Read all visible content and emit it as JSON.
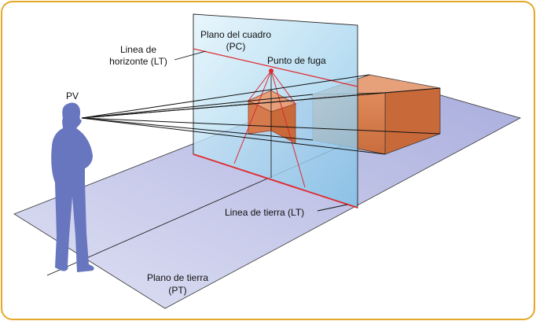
{
  "labels": {
    "picture_plane_line1": "Plano del cuadro",
    "picture_plane_line2": "(PC)",
    "horizon_line1": "Linea de",
    "horizon_line2": "horizonte (LT)",
    "vanishing_point": "Punto de fuga",
    "viewpoint": "PV",
    "ground_line": "Linea de tierra (LT)",
    "ground_plane_line1": "Plano de tierra",
    "ground_plane_line2": "(PT)"
  },
  "colors": {
    "frame_border": "#e3a92a",
    "ground_plane": "#c3c6e8",
    "picture_plane": "#c9e8f6",
    "figure": "#6876bf",
    "box_front": "#d97b4b",
    "box_top": "#e6a07a",
    "box_side": "#c86a3a",
    "red_lines": "#e0282e",
    "construction_lines": "#111111"
  },
  "icons": {
    "figure": "standing-person-icon"
  }
}
